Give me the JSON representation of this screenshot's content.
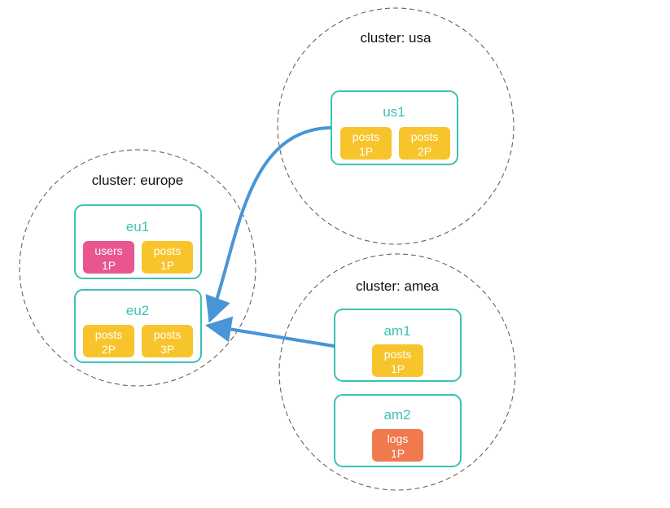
{
  "colors": {
    "node_border": "#3cc2b2",
    "shard_posts": "#f7c42c",
    "shard_users": "#e8558f",
    "shard_logs": "#f07a4e",
    "link": "#4a95d6",
    "cluster_ring": "#555555"
  },
  "clusters": [
    {
      "id": "usa",
      "label": "cluster: usa"
    },
    {
      "id": "europe",
      "label": "cluster: europe"
    },
    {
      "id": "amea",
      "label": "cluster: amea"
    }
  ],
  "nodes": [
    {
      "id": "us1",
      "label": "us1",
      "cluster": "usa",
      "shards": [
        {
          "name": "posts",
          "partition": "1P",
          "kind": "posts"
        },
        {
          "name": "posts",
          "partition": "2P",
          "kind": "posts"
        }
      ]
    },
    {
      "id": "eu1",
      "label": "eu1",
      "cluster": "europe",
      "shards": [
        {
          "name": "users",
          "partition": "1P",
          "kind": "users"
        },
        {
          "name": "posts",
          "partition": "1P",
          "kind": "posts"
        }
      ]
    },
    {
      "id": "eu2",
      "label": "eu2",
      "cluster": "europe",
      "shards": [
        {
          "name": "posts",
          "partition": "2P",
          "kind": "posts"
        },
        {
          "name": "posts",
          "partition": "3P",
          "kind": "posts"
        }
      ]
    },
    {
      "id": "am1",
      "label": "am1",
      "cluster": "amea",
      "shards": [
        {
          "name": "posts",
          "partition": "1P",
          "kind": "posts"
        }
      ]
    },
    {
      "id": "am2",
      "label": "am2",
      "cluster": "amea",
      "shards": [
        {
          "name": "logs",
          "partition": "1P",
          "kind": "logs"
        }
      ]
    }
  ],
  "links": [
    {
      "from": "us1",
      "to": "eu2"
    },
    {
      "from": "am1",
      "to": "eu2"
    }
  ]
}
